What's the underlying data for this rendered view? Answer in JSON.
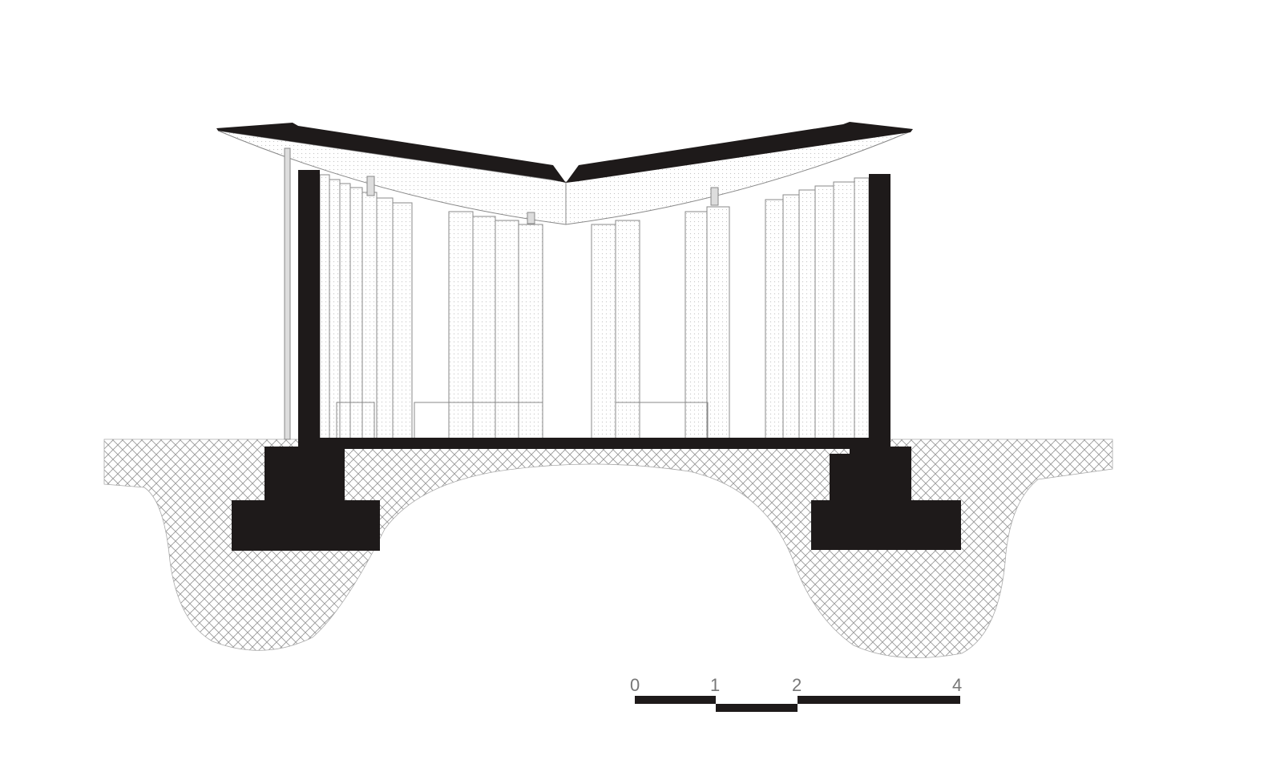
{
  "drawing": {
    "type": "architectural section",
    "colors": {
      "solid": "#1e1a1a",
      "line": "#888888",
      "hatch": "#9a9a9a",
      "panel_dots": "#c8c8c8"
    }
  },
  "scale_bar": {
    "labels": [
      "0",
      "1",
      "2",
      "4"
    ],
    "unit_values": [
      0,
      1,
      2,
      4
    ]
  }
}
